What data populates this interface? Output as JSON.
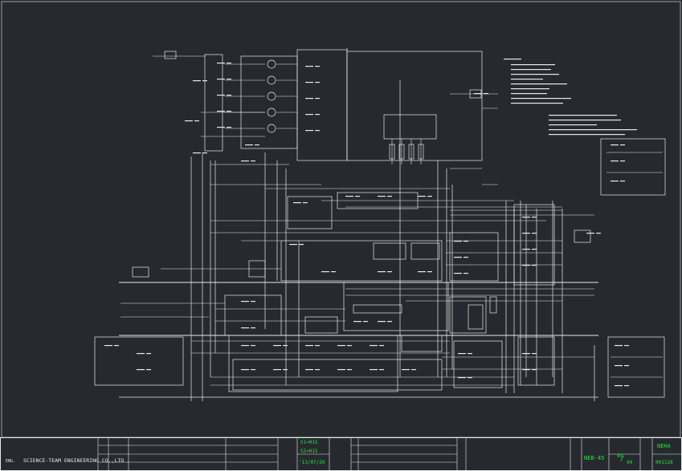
{
  "title_block": {
    "company": "SCIENCE-TEAM ENGINEERING CO.,LTD",
    "company_prefix": "ENG.",
    "sheet_code": "NEB-45",
    "sheet_number": "45",
    "sheet_total": "94",
    "project_code": "NEHA",
    "revision": "001128",
    "date": "'13/07/20",
    "spec_line1": "S1=H15",
    "spec_line2": "S2=H15"
  },
  "colors": {
    "background": "#262a2e",
    "linework": "#e8e8e8",
    "highlight": "#27e23a",
    "accent_text": "#3b8bff"
  }
}
